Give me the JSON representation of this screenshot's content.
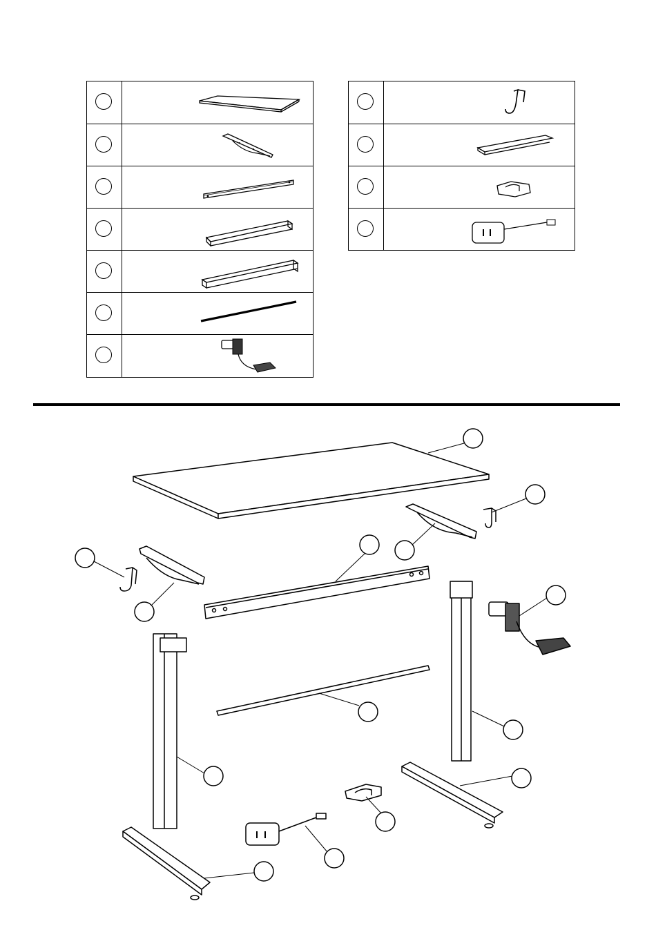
{
  "parts_left": [
    {
      "icon": "tabletop-icon"
    },
    {
      "icon": "side-bracket-icon"
    },
    {
      "icon": "crossbar-icon"
    },
    {
      "icon": "short-beam-icon"
    },
    {
      "icon": "long-beam-icon"
    },
    {
      "icon": "hex-rod-icon"
    },
    {
      "icon": "motor-with-control-icon"
    }
  ],
  "parts_right": [
    {
      "icon": "hook-icon"
    },
    {
      "icon": "foot-base-icon"
    },
    {
      "icon": "cable-clip-icon"
    },
    {
      "icon": "power-adapter-icon"
    }
  ],
  "assembly_callouts": [
    {
      "target": "tabletop"
    },
    {
      "target": "hook-right"
    },
    {
      "target": "bracket-right"
    },
    {
      "target": "crossbar"
    },
    {
      "target": "hook-left"
    },
    {
      "target": "bracket-left"
    },
    {
      "target": "motor"
    },
    {
      "target": "hex-rod"
    },
    {
      "target": "leg-right"
    },
    {
      "target": "leg-left"
    },
    {
      "target": "foot-right"
    },
    {
      "target": "cable-clip"
    },
    {
      "target": "power-adapter"
    },
    {
      "target": "foot-left"
    }
  ]
}
